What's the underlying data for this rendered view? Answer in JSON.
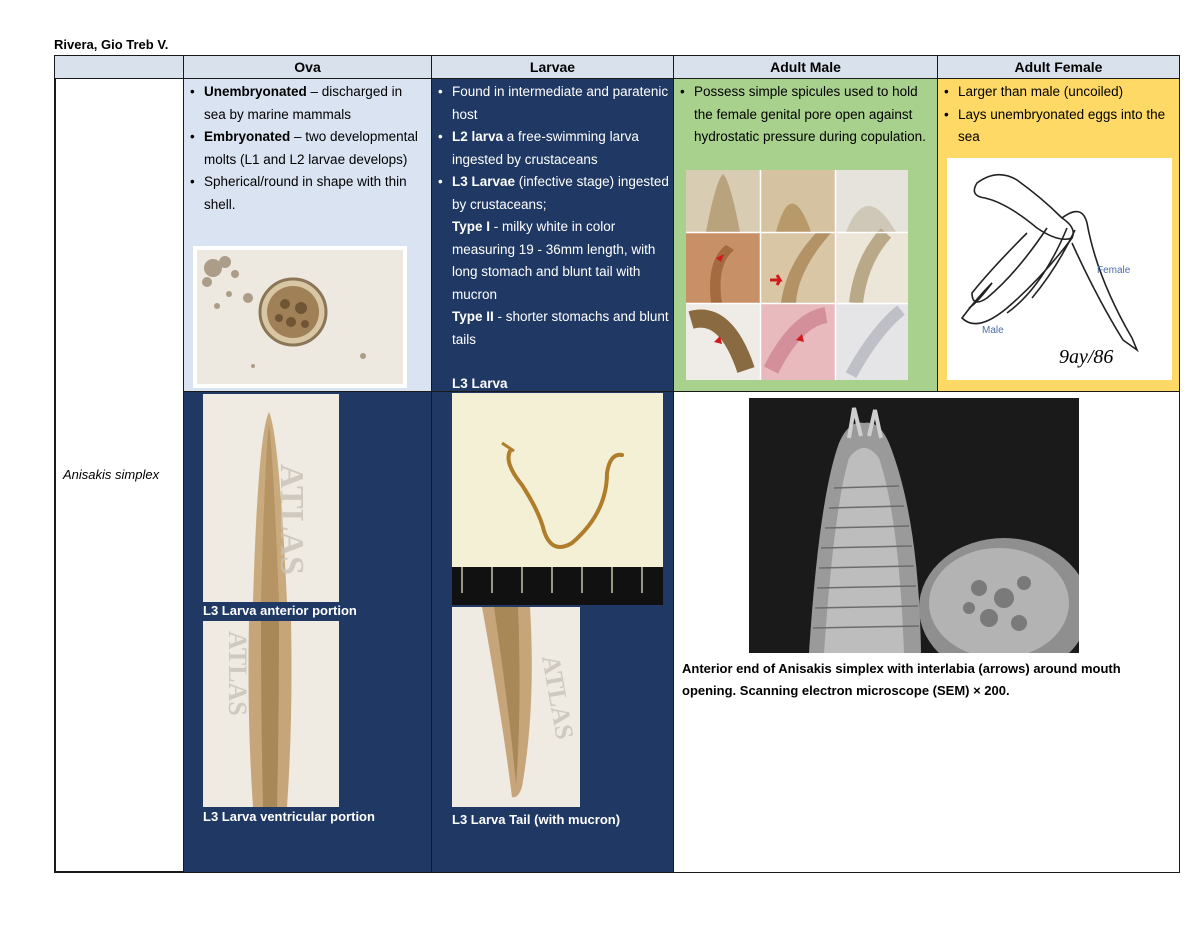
{
  "author": "Rivera, Gio Treb V.",
  "headers": {
    "ova": "Ova",
    "larvae": "Larvae",
    "male": "Adult Male",
    "female": "Adult Female"
  },
  "species": "Anisakis simplex",
  "ova": {
    "b1_bold": "Unembryonated",
    "b1_rest": " – discharged in sea by marine mammals",
    "b2_bold": "Embryonated",
    "b2_rest": " – two developmental molts (L1 and L2 larvae develops)",
    "b3": "Spherical/round in shape with thin shell."
  },
  "larvae": {
    "b1": "Found in intermediate and paratenic host",
    "b2_bold": "L2 larva",
    "b2_rest": " a free-swimming larva ingested by crustaceans",
    "b3_bold": "L3 Larvae",
    "b3_rest": " (infective stage) ingested by crustaceans;",
    "type1_bold": "Type I",
    "type1_rest": " - milky white in color measuring 19 - 36mm length, with long stomach and blunt tail with mucron",
    "type2_bold": "Type II",
    "type2_rest": " - shorter stomachs and blunt tails",
    "l3_label": "L3 Larva"
  },
  "male": {
    "b1": "Possess simple spicules used to hold the female genital pore open against hydrostatic pressure during copulation."
  },
  "female": {
    "b1": "Larger than male (uncoiled)",
    "b2": "Lays unembryonated eggs into the sea",
    "fig_female": "Female",
    "fig_male": "Male",
    "fig_sig": "9ay/86"
  },
  "captions": {
    "anterior": "L3 Larva anterior portion",
    "ventricular": "L3 Larva ventricular portion",
    "tail": "L3 Larva Tail (with mucron)",
    "sem": "Anterior end of Anisakis simplex with interlabia (arrows) around mouth opening. Scanning electron microscope (SEM) × 200."
  },
  "watermark": "ATLAS",
  "colors": {
    "header_bg": "#d9e1ec",
    "ova_bg": "#dae3f1",
    "larvae_bg": "#1f3864",
    "male_bg": "#a9d18e",
    "female_bg": "#ffd966"
  }
}
